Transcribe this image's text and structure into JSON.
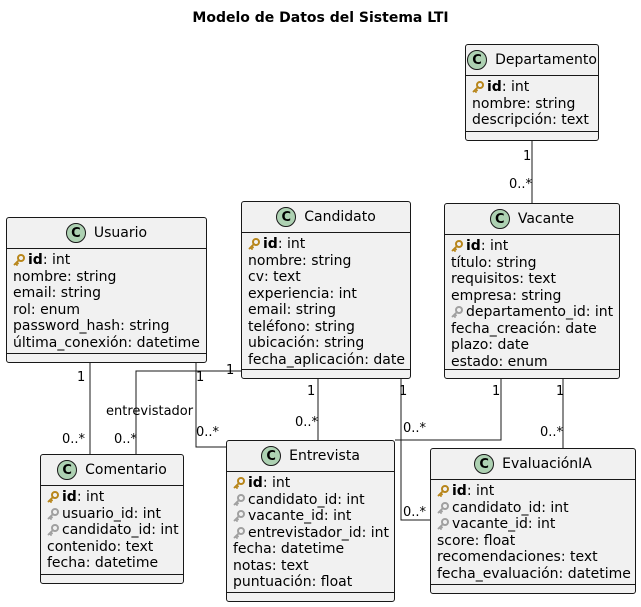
{
  "title": "Modelo de Datos del Sistema LTI",
  "classes": {
    "departamento": {
      "name": "Departamento",
      "attrs": [
        {
          "key": true,
          "fk": false,
          "name": "id",
          "type": ": int"
        },
        {
          "key": false,
          "fk": false,
          "name": "nombre",
          "type": ": string"
        },
        {
          "key": false,
          "fk": false,
          "name": "descripción",
          "type": ": text"
        }
      ]
    },
    "usuario": {
      "name": "Usuario",
      "attrs": [
        {
          "key": true,
          "fk": false,
          "name": "id",
          "type": ": int"
        },
        {
          "key": false,
          "fk": false,
          "name": "nombre",
          "type": ": string"
        },
        {
          "key": false,
          "fk": false,
          "name": "email",
          "type": ": string"
        },
        {
          "key": false,
          "fk": false,
          "name": "rol",
          "type": ": enum"
        },
        {
          "key": false,
          "fk": false,
          "name": "password_hash",
          "type": ": string"
        },
        {
          "key": false,
          "fk": false,
          "name": "última_conexión",
          "type": ": datetime"
        }
      ]
    },
    "candidato": {
      "name": "Candidato",
      "attrs": [
        {
          "key": true,
          "fk": false,
          "name": "id",
          "type": ": int"
        },
        {
          "key": false,
          "fk": false,
          "name": "nombre",
          "type": ": string"
        },
        {
          "key": false,
          "fk": false,
          "name": "cv",
          "type": ": text"
        },
        {
          "key": false,
          "fk": false,
          "name": "experiencia",
          "type": ": int"
        },
        {
          "key": false,
          "fk": false,
          "name": "email",
          "type": ": string"
        },
        {
          "key": false,
          "fk": false,
          "name": "teléfono",
          "type": ": string"
        },
        {
          "key": false,
          "fk": false,
          "name": "ubicación",
          "type": ": string"
        },
        {
          "key": false,
          "fk": false,
          "name": "fecha_aplicación",
          "type": ": date"
        }
      ]
    },
    "vacante": {
      "name": "Vacante",
      "attrs": [
        {
          "key": true,
          "fk": false,
          "name": "id",
          "type": ": int"
        },
        {
          "key": false,
          "fk": false,
          "name": "título",
          "type": ": string"
        },
        {
          "key": false,
          "fk": false,
          "name": "requisitos",
          "type": ": text"
        },
        {
          "key": false,
          "fk": false,
          "name": "empresa",
          "type": ": string"
        },
        {
          "key": false,
          "fk": true,
          "name": "departamento_id",
          "type": ": int"
        },
        {
          "key": false,
          "fk": false,
          "name": "fecha_creación",
          "type": ": date"
        },
        {
          "key": false,
          "fk": false,
          "name": "plazo",
          "type": ": date"
        },
        {
          "key": false,
          "fk": false,
          "name": "estado",
          "type": ": enum"
        }
      ]
    },
    "comentario": {
      "name": "Comentario",
      "attrs": [
        {
          "key": true,
          "fk": false,
          "name": "id",
          "type": ": int"
        },
        {
          "key": false,
          "fk": true,
          "name": "usuario_id",
          "type": ": int"
        },
        {
          "key": false,
          "fk": true,
          "name": "candidato_id",
          "type": ": int"
        },
        {
          "key": false,
          "fk": false,
          "name": "contenido",
          "type": ": text"
        },
        {
          "key": false,
          "fk": false,
          "name": "fecha",
          "type": ": datetime"
        }
      ]
    },
    "entrevista": {
      "name": "Entrevista",
      "attrs": [
        {
          "key": true,
          "fk": false,
          "name": "id",
          "type": ": int"
        },
        {
          "key": false,
          "fk": true,
          "name": "candidato_id",
          "type": ": int"
        },
        {
          "key": false,
          "fk": true,
          "name": "vacante_id",
          "type": ": int"
        },
        {
          "key": false,
          "fk": true,
          "name": "entrevistador_id",
          "type": ": int"
        },
        {
          "key": false,
          "fk": false,
          "name": "fecha",
          "type": ": datetime"
        },
        {
          "key": false,
          "fk": false,
          "name": "notas",
          "type": ": text"
        },
        {
          "key": false,
          "fk": false,
          "name": "puntuación",
          "type": ": float"
        }
      ]
    },
    "evaluacion": {
      "name": "EvaluaciónIA",
      "attrs": [
        {
          "key": true,
          "fk": false,
          "name": "id",
          "type": ": int"
        },
        {
          "key": false,
          "fk": true,
          "name": "candidato_id",
          "type": ": int"
        },
        {
          "key": false,
          "fk": true,
          "name": "vacante_id",
          "type": ": int"
        },
        {
          "key": false,
          "fk": false,
          "name": "score",
          "type": ": float"
        },
        {
          "key": false,
          "fk": false,
          "name": "recomendaciones",
          "type": ": text"
        },
        {
          "key": false,
          "fk": false,
          "name": "fecha_evaluación",
          "type": ": datetime"
        }
      ]
    }
  },
  "relations": [
    {
      "from": "departamento",
      "to": "vacante",
      "from_mult": "1",
      "to_mult": "0..*",
      "label": ""
    },
    {
      "from": "usuario",
      "to": "comentario",
      "from_mult": "1",
      "to_mult": "0..*",
      "label": ""
    },
    {
      "from": "candidato",
      "to": "comentario",
      "from_mult": "1",
      "to_mult": "0..*",
      "label": "entrevistador"
    },
    {
      "from": "usuario",
      "to": "entrevista",
      "from_mult": "1",
      "to_mult": "0..*",
      "label": ""
    },
    {
      "from": "candidato",
      "to": "entrevista",
      "from_mult": "1",
      "to_mult": "0..*",
      "label": ""
    },
    {
      "from": "candidato",
      "to": "evaluacion",
      "from_mult": "1",
      "to_mult": "0..*",
      "label": ""
    },
    {
      "from": "vacante",
      "to": "entrevista",
      "from_mult": "1",
      "to_mult": "0..*",
      "label": ""
    },
    {
      "from": "vacante",
      "to": "evaluacion",
      "from_mult": "1",
      "to_mult": "0..*",
      "label": ""
    }
  ],
  "icons": {
    "class_badge": "class-c-badge",
    "primary_key": "key-icon",
    "foreign_key": "fk-key-icon"
  },
  "colors": {
    "class_bg": "#f1f1f1",
    "border": "#181818",
    "badge": "#add1b2",
    "key": "#b8861b",
    "fk": "#a0a0a0"
  }
}
